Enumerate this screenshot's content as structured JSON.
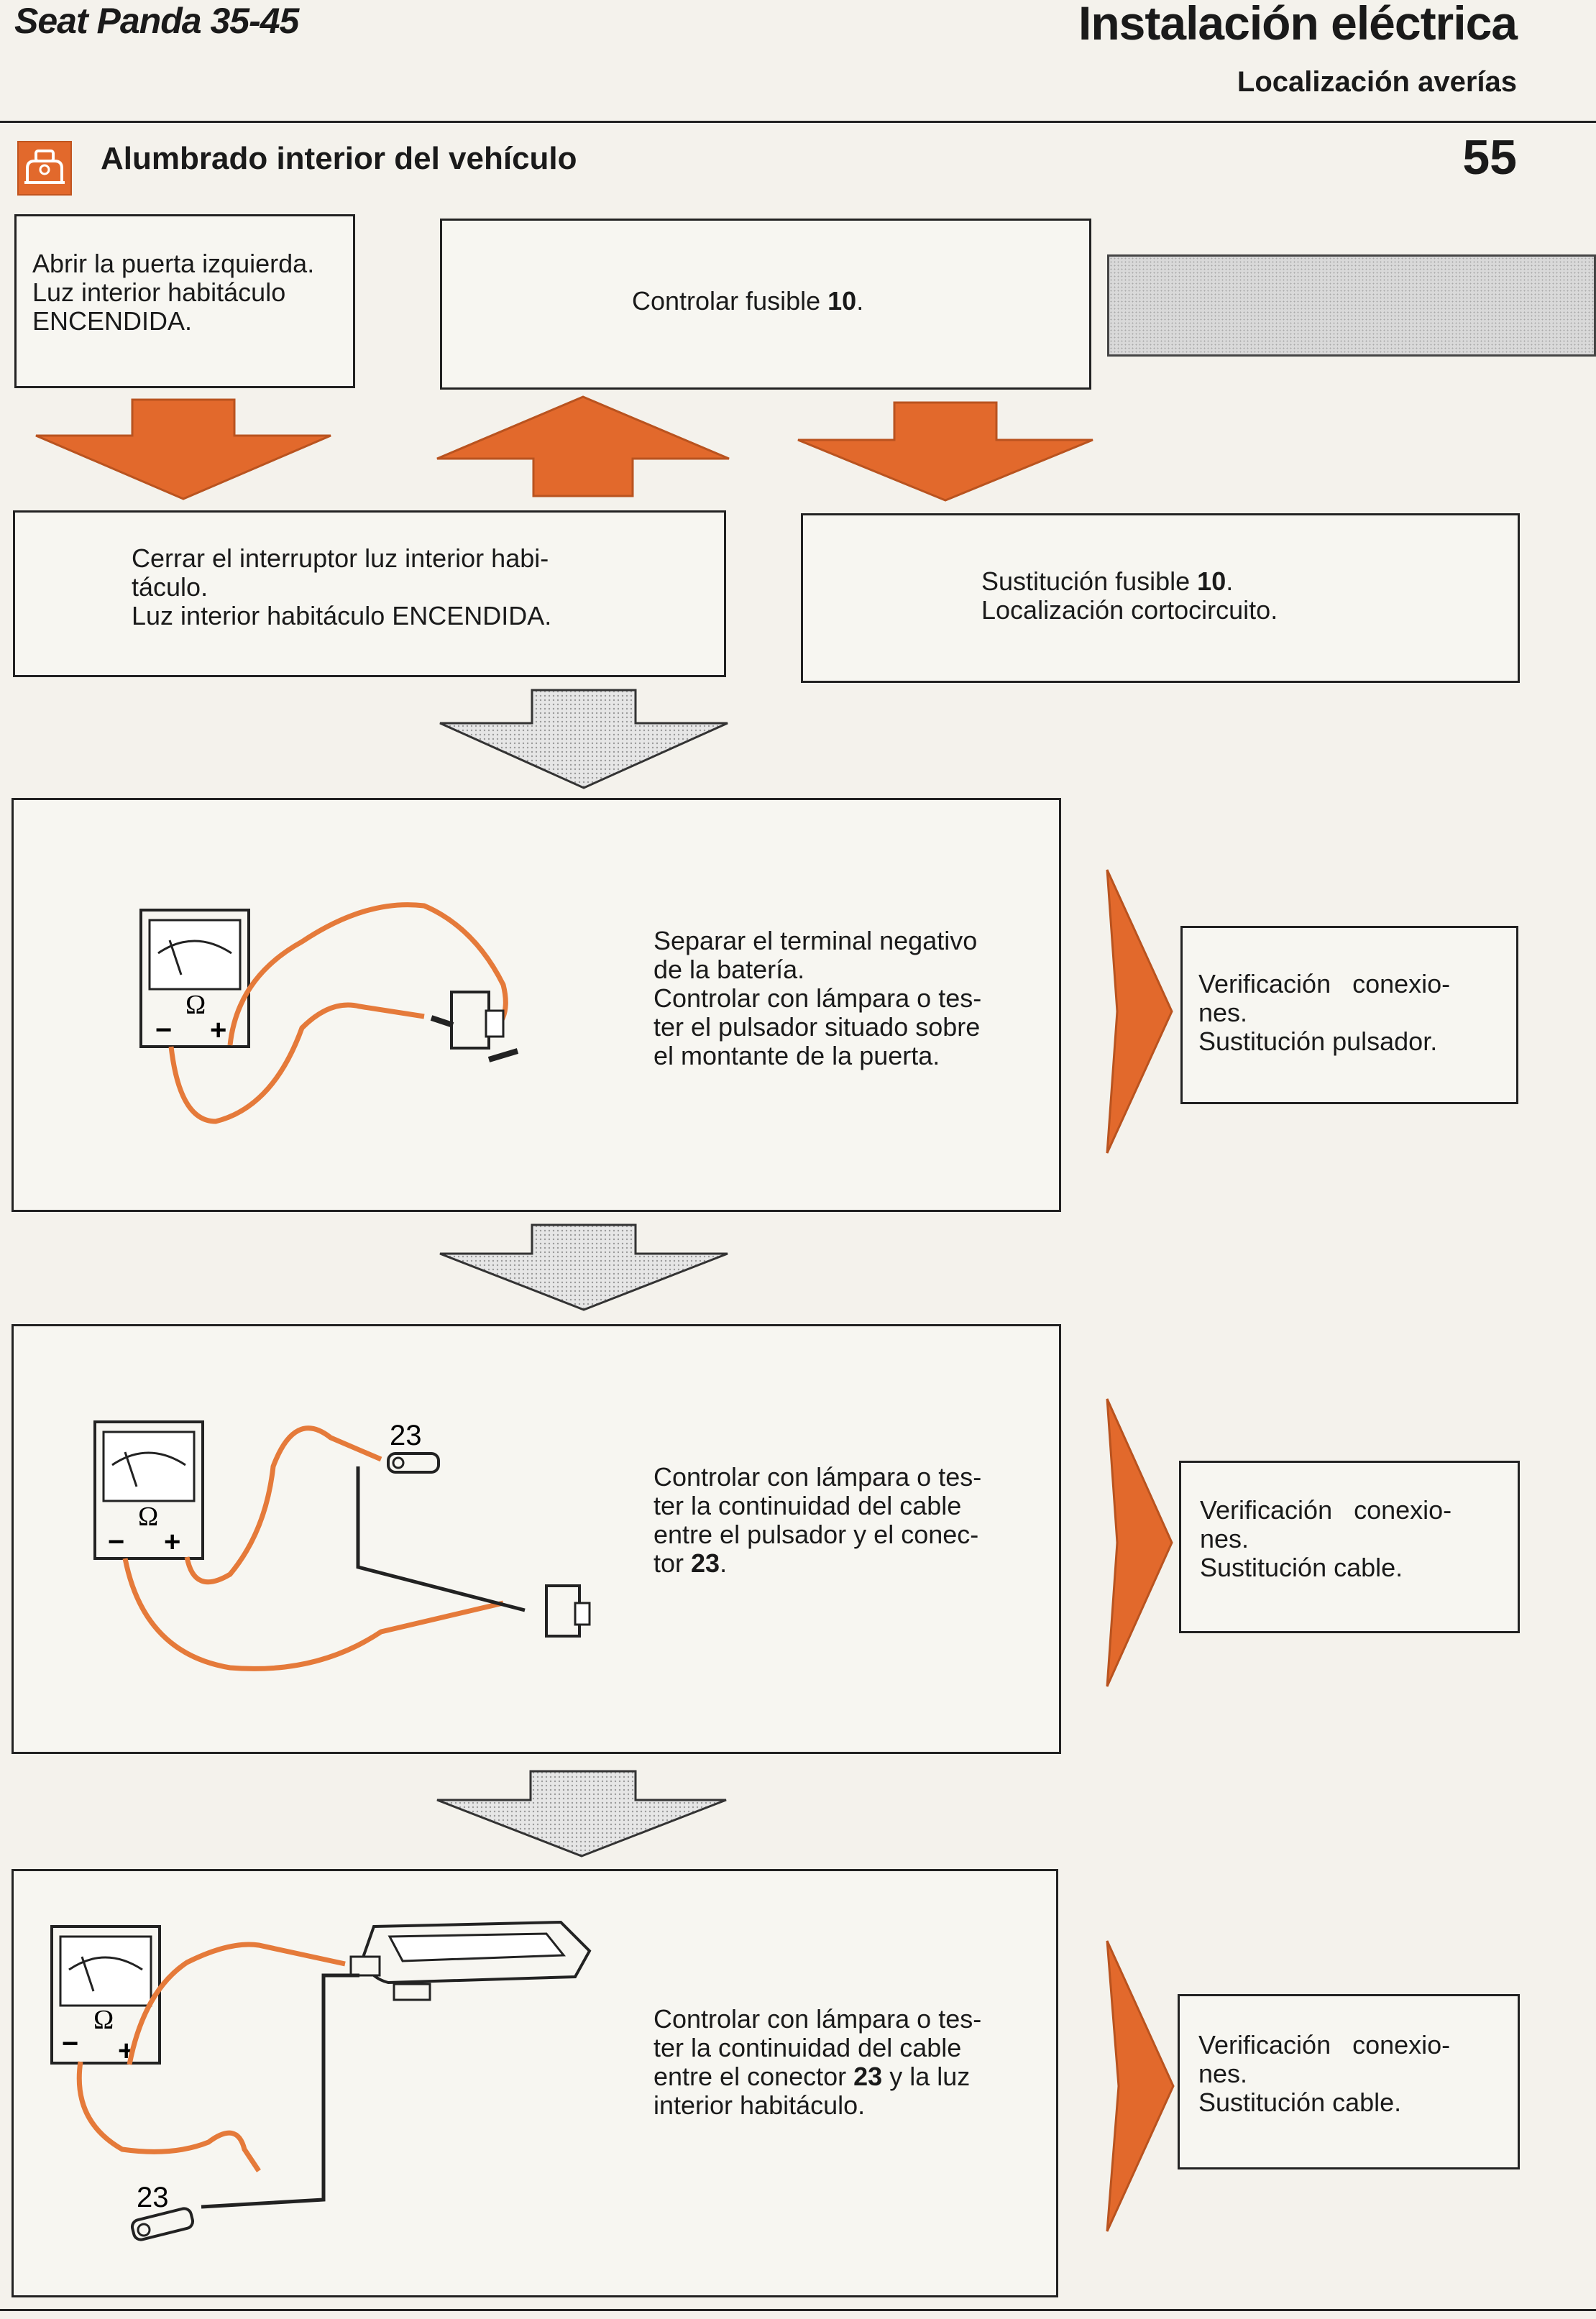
{
  "header": {
    "model": "Seat Panda 35-45",
    "title": "Instalación eléctrica",
    "subtitle": "Localización averías"
  },
  "section": {
    "icon": "car-interior-light-icon",
    "title": "Alumbrado interior del vehículo",
    "page_number": "55"
  },
  "steps": {
    "start": [
      "Abrir la puerta izquierda.",
      "Luz interior habitáculo",
      "ENCENDIDA."
    ],
    "fuse_check": {
      "prefix": "Controlar fusible ",
      "number": "10",
      "suffix": "."
    },
    "switch": [
      "Cerrar el interruptor luz interior habi-",
      "táculo.",
      "Luz interior habitáculo ENCENDIDA."
    ],
    "fuse_replace": {
      "line1_prefix": "Sustitución fusible ",
      "number": "10",
      "line1_suffix": ".",
      "line2": "Localización cortocircuito."
    },
    "test1": [
      "Separar el terminal negativo",
      "de la batería.",
      "Controlar con lámpara o tes-",
      "ter el pulsador situado sobre",
      "el montante de la puerta."
    ],
    "result1": [
      "Verificación   conexio-",
      "nes.",
      "Sustitución pulsador."
    ],
    "test2": {
      "lines": [
        "Controlar con lámpara o tes-",
        "ter la continuidad del cable",
        "entre el pulsador y el conec-"
      ],
      "last_prefix": "tor ",
      "connector": "23",
      "last_suffix": "."
    },
    "result2": [
      "Verificación   conexio-",
      "nes.",
      "Sustitución cable."
    ],
    "test3": {
      "lines": [
        "Controlar con lámpara o tes-",
        "ter la continuidad del cable"
      ],
      "line3_prefix": "entre el conector ",
      "connector": "23",
      "line3_suffix": " y la luz",
      "line4": "interior habitáculo."
    },
    "result3": [
      "Verificación   conexio-",
      "nes.",
      "Sustitución cable."
    ]
  },
  "diagram_labels": {
    "ohm": "Ω",
    "minus": "−",
    "plus": "+",
    "connector_23": "23"
  },
  "colors": {
    "arrow_orange": "#e2692c",
    "wire_orange": "#e57a3a",
    "border": "#222222",
    "page": "#f4f2ec"
  }
}
